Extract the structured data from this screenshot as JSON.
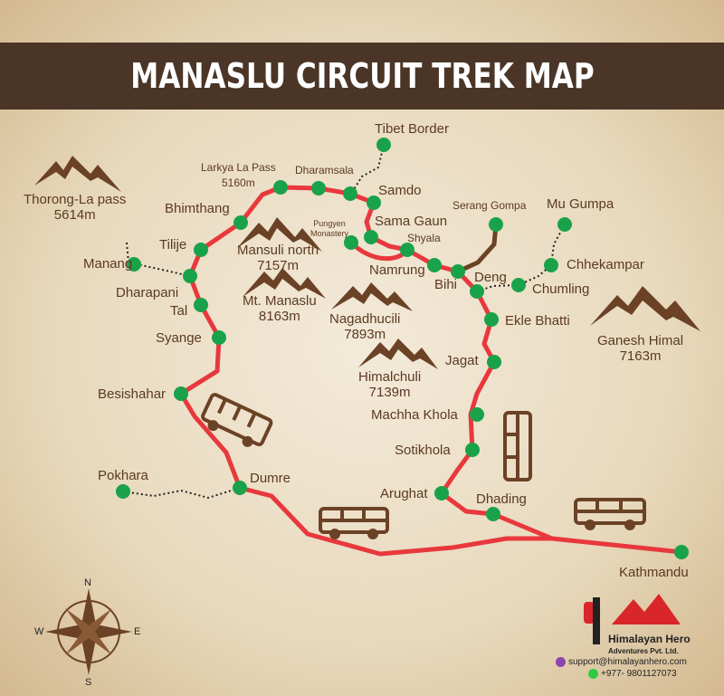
{
  "title": "MANASLU CIRCUIT TREK MAP",
  "colors": {
    "banner": "#4a3526",
    "route": "#e8383d",
    "node": "#1aa24a",
    "mountain": "#6b4226",
    "text": "#5b3a22"
  },
  "places": {
    "tibet_border": "Tibet Border",
    "dharamsala": "Dharamsala",
    "larkya_la_pass": "Larkya La Pass",
    "larkya_alt": "5160m",
    "samdo": "Samdo",
    "sama_gaun": "Sama Gaun",
    "pungyen": "Pungyen Monastery",
    "shyala": "Shyala",
    "namrung": "Namrung",
    "bihi": "Bihi",
    "deng": "Deng",
    "serang_gompa": "Serang Gompa",
    "mu_gumpa": "Mu Gumpa",
    "chhekampar": "Chhekampar",
    "chumling": "Chumling",
    "ekle_bhatti": "Ekle Bhatti",
    "jagat": "Jagat",
    "machha_khola": "Machha Khola",
    "sotikhola": "Sotikhola",
    "arughat": "Arughat",
    "dhading": "Dhading",
    "kathmandu": "Kathmandu",
    "dumre": "Dumre",
    "pokhara": "Pokhara",
    "besishahar": "Besishahar",
    "syange": "Syange",
    "tal": "Tal",
    "dharapani": "Dharapani",
    "tilije": "Tilije",
    "bhimthang": "Bhimthang",
    "manang": "Manang"
  },
  "mountains": [
    {
      "name": "Thorong-La pass",
      "alt": "5614m"
    },
    {
      "name": "Mansuli north",
      "alt": "7157m"
    },
    {
      "name": "Mt. Manaslu",
      "alt": "8163m"
    },
    {
      "name": "Nagadhucili",
      "alt": "7893m"
    },
    {
      "name": "Himalchuli",
      "alt": "7139m"
    },
    {
      "name": "Ganesh Himal",
      "alt": "7163m"
    }
  ],
  "compass": {
    "n": "N",
    "s": "S",
    "e": "E",
    "w": "W"
  },
  "company": {
    "name": "Himalayan Hero",
    "sub": "Adventures Pvt. Ltd.",
    "email": "support@himalayanhero.com",
    "phone": "+977- 9801127073"
  }
}
